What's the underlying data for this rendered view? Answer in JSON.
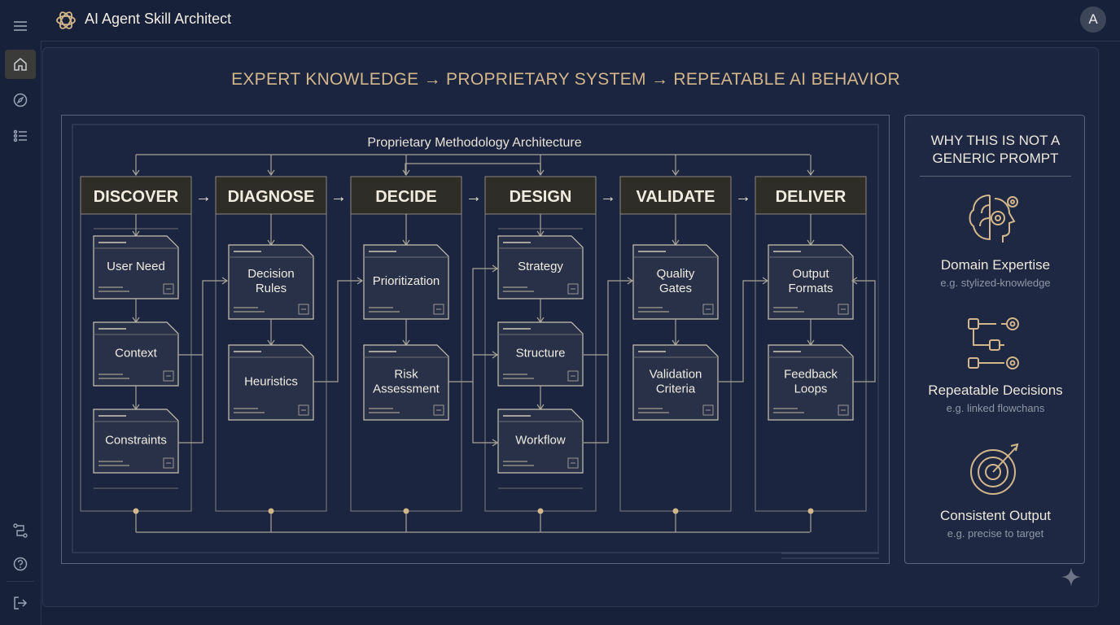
{
  "app": {
    "title": "AI Agent Skill Architect",
    "avatar_letter": "A"
  },
  "sidebar": {
    "items": [
      {
        "icon": "menu-icon"
      },
      {
        "icon": "home-icon",
        "active": true
      },
      {
        "icon": "compass-icon"
      },
      {
        "icon": "list-icon"
      },
      {
        "icon": "flow-icon"
      },
      {
        "icon": "help-icon"
      },
      {
        "icon": "logout-icon"
      }
    ]
  },
  "main": {
    "headline": "EXPERT KNOWLEDGE → PROPRIETARY SYSTEM → REPEATABLE AI BEHAVIOR"
  },
  "diagram": {
    "title": "Proprietary Methodology Architecture",
    "arrow_glyph": "→",
    "stages": [
      {
        "label": "DISCOVER",
        "cards": [
          {
            "lines": [
              "User Need"
            ],
            "icon": "split-panel-icon"
          },
          {
            "lines": [
              "Context"
            ],
            "icon": "grid-icon"
          },
          {
            "lines": [
              "Constraints"
            ],
            "icon": "code-icon"
          }
        ]
      },
      {
        "label": "DIAGNOSE",
        "cards": [
          {
            "lines": [
              "Decision",
              "Rules"
            ],
            "icon": "hierarchy-icon"
          },
          {
            "lines": [
              "Heuristics"
            ],
            "icon": "network-icon"
          }
        ]
      },
      {
        "label": "DECIDE",
        "cards": [
          {
            "lines": [
              "Prioritization"
            ],
            "icon": "ranking-icon"
          },
          {
            "lines": [
              "Risk",
              "Assessment"
            ],
            "icon": "warning-icon"
          }
        ]
      },
      {
        "label": "DESIGN",
        "cards": [
          {
            "lines": [
              "Strategy"
            ],
            "icon": "hierarchy-icon"
          },
          {
            "lines": [
              "Structure"
            ],
            "icon": "network-icon"
          },
          {
            "lines": [
              "Workflow"
            ],
            "icon": "cycle-icon"
          }
        ]
      },
      {
        "label": "VALIDATE",
        "cards": [
          {
            "lines": [
              "Quality",
              "Gates"
            ],
            "icon": "code-icon"
          },
          {
            "lines": [
              "Validation",
              "Criteria"
            ],
            "icon": "check-icon"
          }
        ]
      },
      {
        "label": "DELIVER",
        "cards": [
          {
            "lines": [
              "Output",
              "Formats"
            ],
            "icon": "code-icon"
          },
          {
            "lines": [
              "Feedback",
              "Loops"
            ],
            "icon": "refresh-icon"
          }
        ]
      }
    ]
  },
  "panel": {
    "title_lines": [
      "WHY THIS IS NOT A",
      "GENERIC PROMPT"
    ],
    "features": [
      {
        "name": "Domain Expertise",
        "example": "e.g. stylized-knowledge",
        "icon": "brain-gear-icon"
      },
      {
        "name": "Repeatable Decisions",
        "example": "e.g. linked flowchans",
        "icon": "flowchart-icon"
      },
      {
        "name": "Consistent Output",
        "example": "e.g. precise to target",
        "icon": "target-icon"
      }
    ]
  },
  "colors": {
    "background": "#17213a",
    "accent_gold": "#d3b68a",
    "line": "#a8a497",
    "header_bg": "#2f2d27",
    "card_bg": "#283148"
  }
}
